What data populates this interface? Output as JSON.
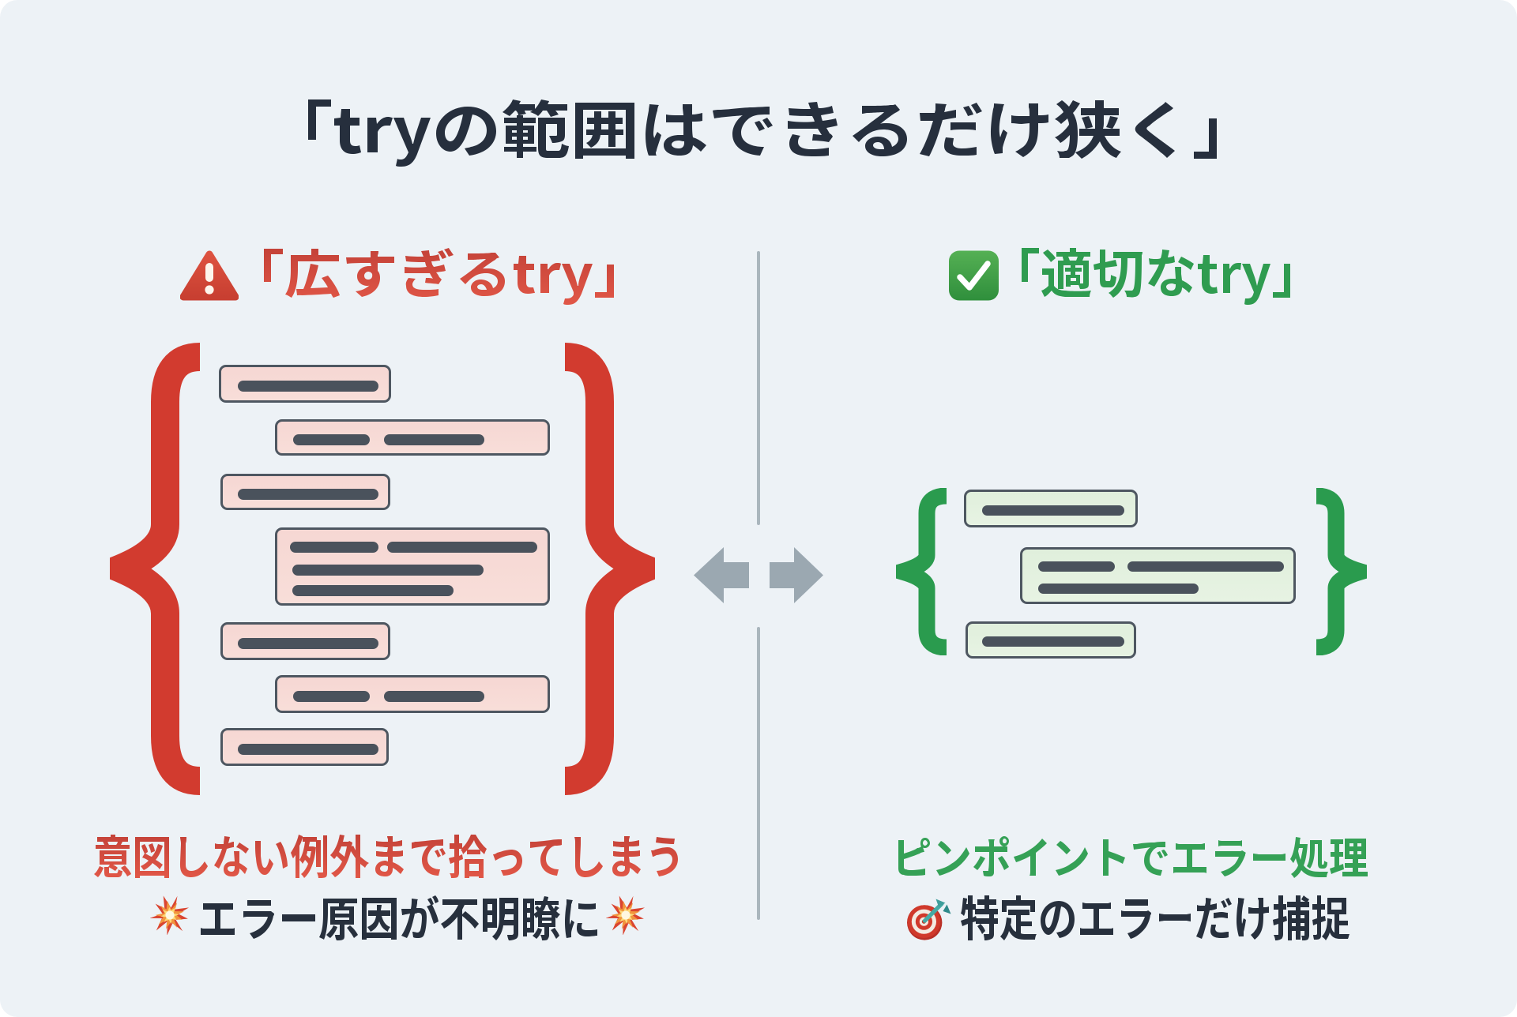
{
  "title": {
    "text": "「tryの範囲はできるだけ狭く」"
  },
  "left_panel": {
    "heading": {
      "icon": "warning-icon",
      "text": "「広すぎるtry」"
    },
    "code_diagram": {
      "style": "too-wide-try",
      "block_count": 7,
      "brace_color": "#d23b2f"
    },
    "caption_primary": "意図しない例外まで拾ってしまう",
    "caption_secondary": "エラー原因が不明瞭に",
    "caption_secondary_icons": [
      "collision-icon",
      "collision-icon"
    ]
  },
  "right_panel": {
    "heading": {
      "icon": "check-icon",
      "text": "「適切なtry」"
    },
    "code_diagram": {
      "style": "appropriate-try",
      "block_count": 3,
      "brace_color": "#2a9b4e"
    },
    "caption_primary": "ピンポイントでエラー処理",
    "caption_secondary": "特定のエラーだけ捕捉",
    "caption_secondary_icons": [
      "dart-target-icon"
    ]
  },
  "divider": {
    "icon": "swap-arrows-icon"
  },
  "colors": {
    "background": "#edf2f6",
    "title": "#262f3d",
    "bad_accent": "#d0453a",
    "bad_block_fill": "#f7dbd7",
    "good_accent": "#2f9c50",
    "good_block_fill": "#e3f1e0",
    "code_line": "#4a525c",
    "block_border": "#4e5761",
    "arrow": "#9ba8b1",
    "divider_line": "#aab6bd"
  }
}
